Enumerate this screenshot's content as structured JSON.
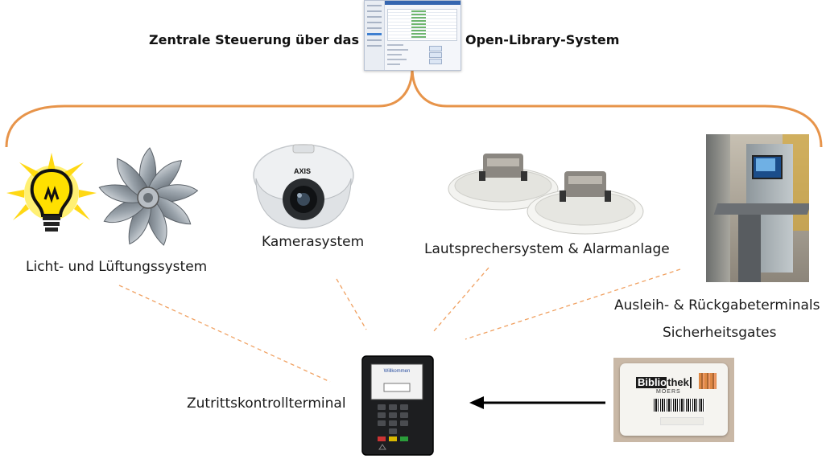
{
  "header": {
    "left_text": "Zentrale Steuerung über das",
    "right_text": "Open-Library-System"
  },
  "nodes": {
    "light_ventilation": "Licht- und Lüftungssystem",
    "camera": "Kamerasystem",
    "speaker_alarm": "Lautsprechersystem  & Alarmanlage",
    "terminals": "Ausleih- & Rückgabeterminals",
    "security_gates": "Sicherheitsgates",
    "access_terminal": "Zutrittskontrollterminal"
  },
  "terminal_screen": {
    "title": "Willkommen"
  },
  "library_card": {
    "logo_text": "Bibliothek",
    "logo_sub": "MOERS"
  },
  "camera_brand": "AXIS",
  "colors": {
    "brace": "#e7944a",
    "dashed_links": "#f0a060",
    "arrow": "#000000",
    "bulb_yellow": "#ffd814"
  },
  "icons": {
    "ui_screenshot": "open-library-screenshot-icon",
    "bulb": "light-bulb-icon",
    "fan": "ventilation-fan-icon",
    "camera": "dome-camera-icon",
    "speakers": "ceiling-speaker-icon",
    "kiosk": "self-service-kiosk-photo",
    "terminal": "access-control-terminal-icon",
    "card": "library-card-photo"
  }
}
